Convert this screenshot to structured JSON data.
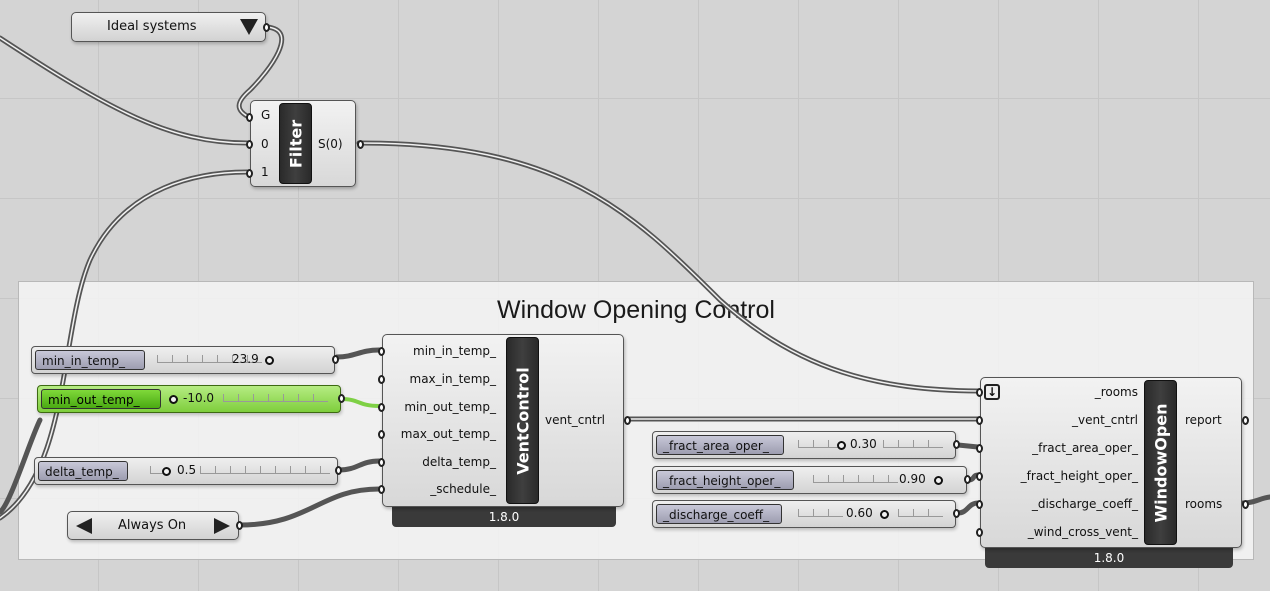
{
  "group": {
    "title": "Window Opening Control"
  },
  "value_list": {
    "selected": "Ideal systems",
    "icon": "chevron-down-icon"
  },
  "filter": {
    "name": "Filter",
    "inputs": [
      "G",
      "0",
      "1"
    ],
    "output": "S(0)"
  },
  "sliders": {
    "min_in_temp": {
      "name": "min_in_temp_",
      "value": "23.9"
    },
    "min_out_temp": {
      "name": "min_out_temp_",
      "value": "-10.0"
    },
    "delta_temp": {
      "name": "delta_temp_",
      "value": "0.5"
    },
    "fract_area_oper": {
      "name": "_fract_area_oper_",
      "value": "0.30"
    },
    "fract_height_oper": {
      "name": "_fract_height_oper_",
      "value": "0.90"
    },
    "discharge_coeff": {
      "name": "_discharge_coeff_",
      "value": "0.60"
    }
  },
  "schedule_toggle": {
    "label": "Always On"
  },
  "vent_control": {
    "name": "VentControl",
    "version": "1.8.0",
    "inputs": [
      "min_in_temp_",
      "max_in_temp_",
      "min_out_temp_",
      "max_out_temp_",
      "delta_temp_",
      "_schedule_"
    ],
    "output": "vent_cntrl"
  },
  "window_open": {
    "name": "WindowOpen",
    "version": "1.8.0",
    "inputs": [
      "_rooms",
      "_vent_cntrl",
      "_fract_area_oper_",
      "_fract_height_oper_",
      "_discharge_coeff_",
      "_wind_cross_vent_"
    ],
    "outputs": [
      "report",
      "rooms"
    ]
  },
  "colors": {
    "canvas": "#d4d4d4",
    "component": "#e4e4e4",
    "slider_active": "#7ece3c",
    "slider_name": "#a8a8bb",
    "bar": "#333333"
  }
}
